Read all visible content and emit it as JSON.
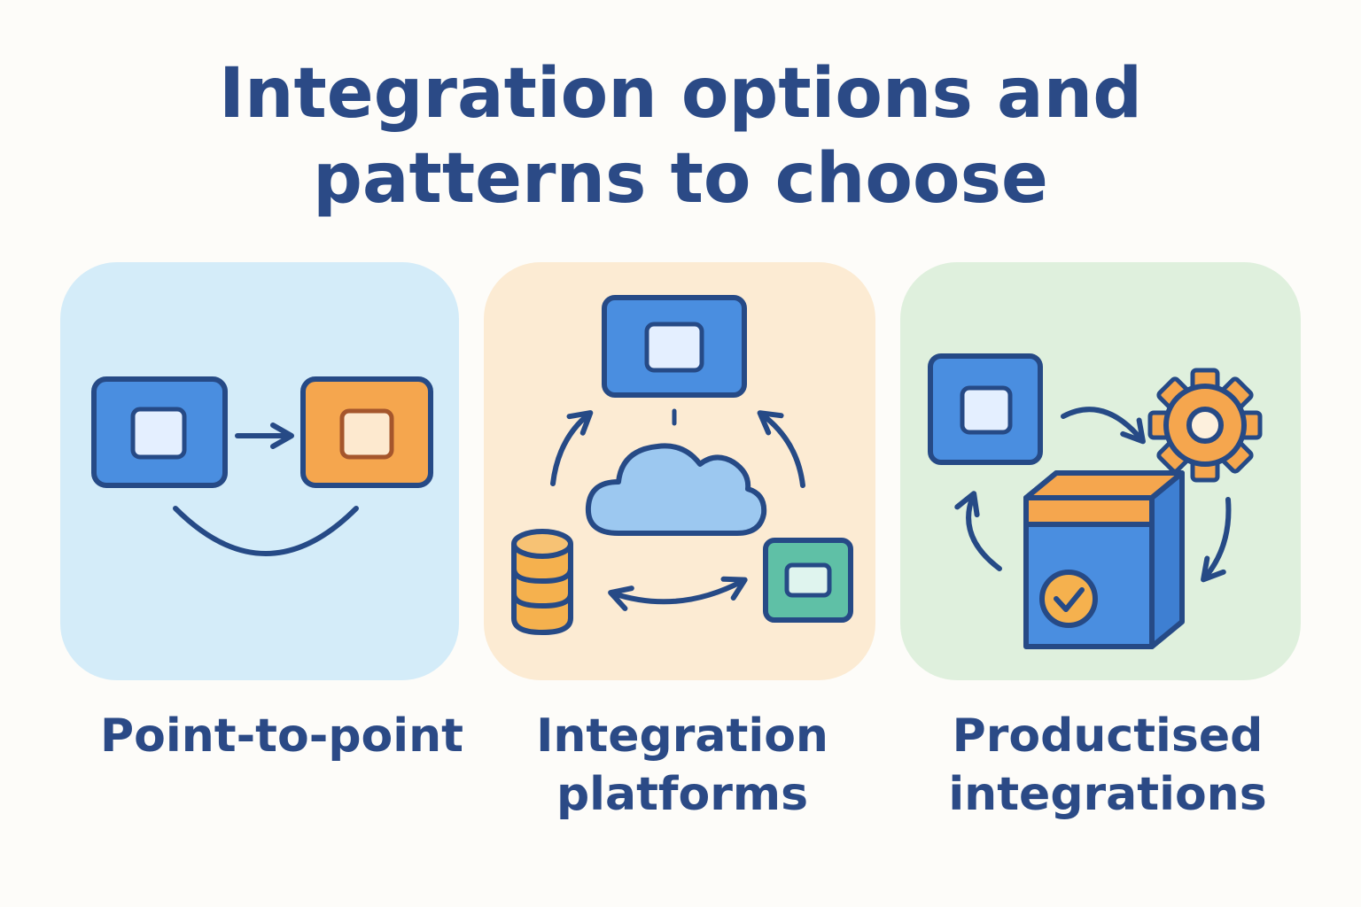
{
  "title": {
    "line1": "Integration options and",
    "line2": "patterns to choose"
  },
  "colors": {
    "heading": "#2b4a86",
    "outline": "#264a86",
    "blue_box": "#4a8ee0",
    "orange_box": "#f5a64e",
    "teal_box": "#5fc0a6",
    "panel_blue": "#d4ecf9",
    "panel_orange": "#fcebd3",
    "panel_green": "#dff0dd"
  },
  "options": [
    {
      "label_line1": "Point-to-point",
      "label_line2": "",
      "icons": [
        "source-box-icon",
        "arrow-right-icon",
        "target-box-icon",
        "return-arc-icon"
      ]
    },
    {
      "label_line1": "Integration",
      "label_line2": "platforms",
      "icons": [
        "app-window-icon",
        "cloud-icon",
        "database-icon",
        "app-box-icon",
        "cycle-arrows-icon"
      ]
    },
    {
      "label_line1": "Productised",
      "label_line2": "integrations",
      "icons": [
        "app-box-icon",
        "gear-icon",
        "package-box-icon",
        "check-badge-icon",
        "cycle-arrows-icon"
      ]
    }
  ]
}
